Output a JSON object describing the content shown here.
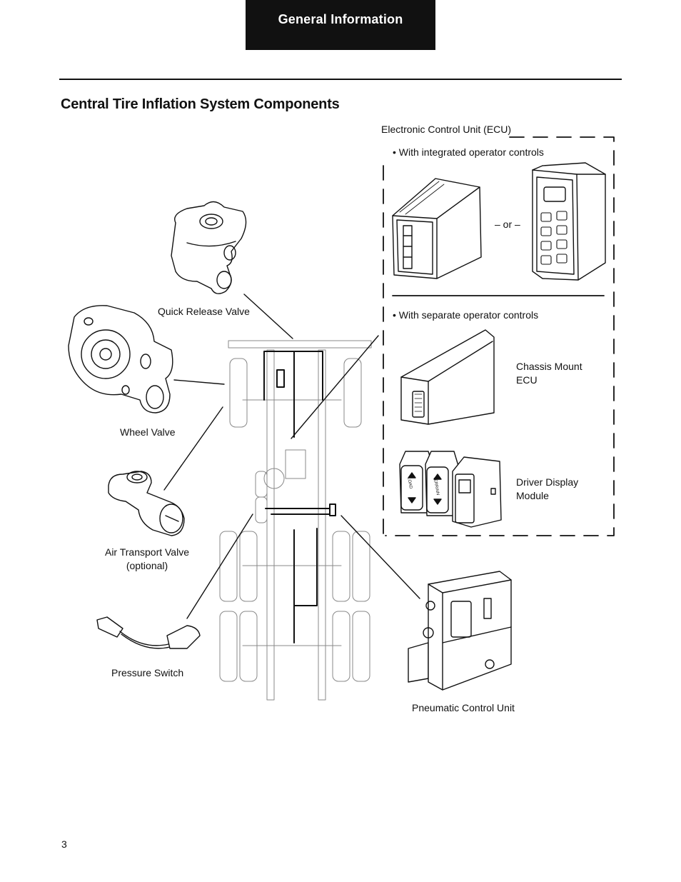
{
  "header": {
    "section_tab": "General Information"
  },
  "page": {
    "title": "Central Tire Inflation System Components",
    "page_number": "3"
  },
  "ecu_panel": {
    "heading": "Electronic Control Unit (ECU)",
    "integrated_bullet": "• With integrated operator controls",
    "or_text": "– or –",
    "separate_bullet": "• With separate operator controls",
    "chassis_mount_ecu": [
      "Chassis Mount",
      "ECU"
    ],
    "driver_display_module": [
      "Driver Display",
      "Module"
    ]
  },
  "components": {
    "quick_release_valve": "Quick Release Valve",
    "wheel_valve": "Wheel Valve",
    "air_transport_valve": [
      "Air Transport Valve",
      "(optional)"
    ],
    "pressure_switch": "Pressure Switch",
    "pneumatic_control_unit": "Pneumatic Control Unit"
  },
  "switch_labels": {
    "left": "LOAD",
    "middle": "TERRAIN"
  }
}
